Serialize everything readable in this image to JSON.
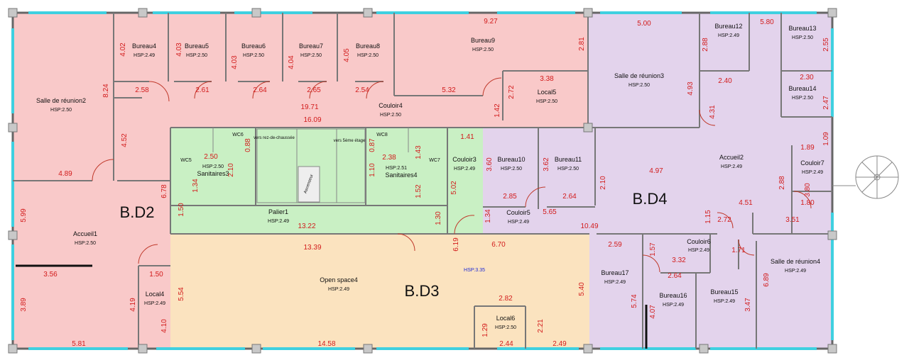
{
  "colors": {
    "bd2": "#f9c9c9",
    "bd4": "#e3d3ec",
    "bd3": "#fbe3bf",
    "core": "#c9f0c4",
    "dimension": "#d21b1b",
    "window": "#3fd0e0",
    "blue_label": "#1f2bd6"
  },
  "zones": {
    "bd2": "B.D2",
    "bd3": "B.D3",
    "bd4": "B.D4"
  },
  "rooms": [
    {
      "name": "Bureau4",
      "hsp": "HSP:2.49"
    },
    {
      "name": "Bureau5",
      "hsp": "HSP:2.50"
    },
    {
      "name": "Bureau6",
      "hsp": "HSP:2.50"
    },
    {
      "name": "Bureau7",
      "hsp": "HSP:2.50"
    },
    {
      "name": "Bureau8",
      "hsp": "HSP:2.50"
    },
    {
      "name": "Bureau9",
      "hsp": "HSP:2.50"
    },
    {
      "name": "Salle de réunion2",
      "hsp": "HSP:2.50"
    },
    {
      "name": "Local5",
      "hsp": "HSP:2.50"
    },
    {
      "name": "Couloir4",
      "hsp": "HSP:2.50"
    },
    {
      "name": "Accueil1",
      "hsp": "HSP:2.50"
    },
    {
      "name": "Local4",
      "hsp": "HSP:2.49"
    },
    {
      "name": "Sanitaires3",
      "hsp": "HSP:2.50"
    },
    {
      "name": "Sanitaires4",
      "hsp": "HSP:2.51"
    },
    {
      "name": "Palier1",
      "hsp": "HSP:2.49"
    },
    {
      "name": "Couloir3",
      "hsp": "HSP:2.49"
    },
    {
      "name": "Open space4",
      "hsp": "HSP:2.49"
    },
    {
      "name": "Local6",
      "hsp": "HSP:2.50"
    },
    {
      "name": "Salle de réunion3",
      "hsp": "HSP:2.50"
    },
    {
      "name": "Bureau12",
      "hsp": "HSP:2.49"
    },
    {
      "name": "Bureau13",
      "hsp": "HSP:2.50"
    },
    {
      "name": "Bureau14",
      "hsp": "HSP:2.50"
    },
    {
      "name": "Bureau10",
      "hsp": "HSP:2.50"
    },
    {
      "name": "Bureau11",
      "hsp": "HSP:2.50"
    },
    {
      "name": "Accueil2",
      "hsp": "HSP:2.49"
    },
    {
      "name": "Couloir7",
      "hsp": "HSP:2.49"
    },
    {
      "name": "Couloir5",
      "hsp": "HSP:2.49"
    },
    {
      "name": "Couloir6",
      "hsp": "HSP:2.49"
    },
    {
      "name": "Bureau17",
      "hsp": "HSP:2.49"
    },
    {
      "name": "Bureau16",
      "hsp": "HSP:2.49"
    },
    {
      "name": "Bureau15",
      "hsp": "HSP:2.49"
    },
    {
      "name": "Salle de réunion4",
      "hsp": "HSP:2.49"
    }
  ],
  "small_labels": {
    "wc5": "WC5",
    "wc6": "WC6",
    "wc7": "WC7",
    "wc8": "WC8",
    "stair_down": "vers rez-de-chaussée",
    "stair_up": "vers 5ème étage",
    "lift": "Ascenseur",
    "hsp_blue": "HSP:3.35"
  },
  "dimensions": [
    "4.02",
    "4.03",
    "4.03",
    "4.04",
    "4.05",
    "2.58",
    "2.61",
    "2.64",
    "2.65",
    "2.54",
    "5.32",
    "9.27",
    "2.81",
    "3.38",
    "2.72",
    "1.42",
    "8.24",
    "19.71",
    "16.09",
    "4.52",
    "4.89",
    "5.99",
    "3.56",
    "1.50",
    "4.19",
    "3.89",
    "5.81",
    "4.10",
    "5.54",
    "6.78",
    "1.50",
    "1.34",
    "2.50",
    "2.10",
    "0.88",
    "13.22",
    "2.38",
    "1.10",
    "0.87",
    "1.43",
    "1.52",
    "1.41",
    "5.02",
    "1.34",
    "1.30",
    "13.39",
    "6.19",
    "6.70",
    "2.82",
    "1.29",
    "2.21",
    "2.44",
    "2.49",
    "5.40",
    "14.58",
    "5.00",
    "5.80",
    "2.88",
    "2.55",
    "2.40",
    "2.30",
    "4.93",
    "2.47",
    "4.31",
    "3.60",
    "3.62",
    "2.85",
    "2.64",
    "5.65",
    "10.49",
    "2.10",
    "4.97",
    "2.88",
    "4.51",
    "1.15",
    "2.72",
    "3.51",
    "1.89",
    "1.09",
    "3.80",
    "1.80",
    "2.59",
    "1.57",
    "3.32",
    "1.71",
    "2.64",
    "5.74",
    "4.07",
    "3.47",
    "6.89"
  ]
}
